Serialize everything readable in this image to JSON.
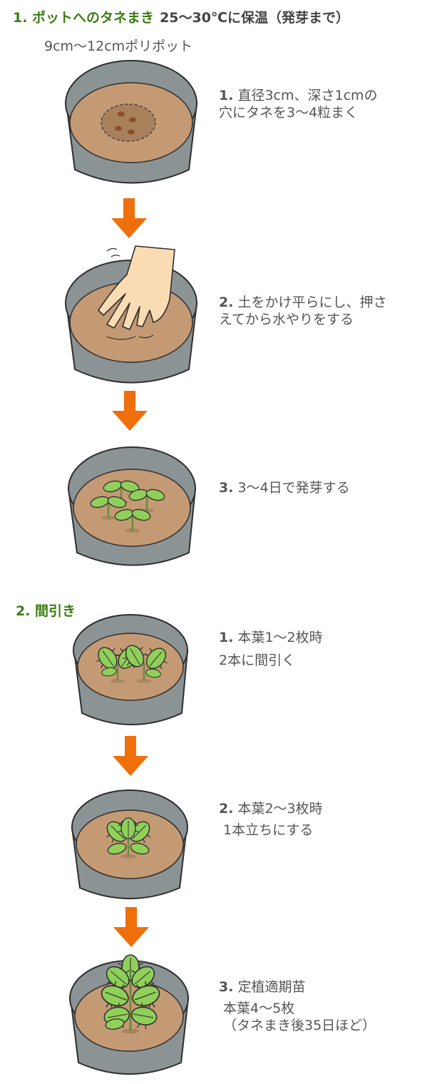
{
  "section1": {
    "title": "1. ポットへのタネまき",
    "note": "25〜30℃に保温（発芽まで）",
    "pot_label": "9cm〜12cmポリポット",
    "steps": [
      {
        "num": "1.",
        "line1": "直径3cm、深さ1cmの",
        "line2": "穴にタネを3〜4粒まく"
      },
      {
        "num": "2.",
        "line1": "土をかけ平らにし、押さ",
        "line2": "えてから水やりをする"
      },
      {
        "num": "3.",
        "line1": "3〜4日で発芽する"
      }
    ]
  },
  "section2": {
    "title": "2. 間引き",
    "steps": [
      {
        "num": "1.",
        "line1": "本葉1〜2枚時",
        "line2": "2本に間引く"
      },
      {
        "num": "2.",
        "line1": "本葉2〜3枚時",
        "line2": "1本立ちにする"
      },
      {
        "num": "3.",
        "line1": "定植適期苗",
        "line2": "本葉4〜5枚",
        "line3": "（タネまき後35日ほど）"
      }
    ]
  },
  "colors": {
    "heading": "#3b7d12",
    "arrow": "#ee6f0c",
    "pot": "#8c9394",
    "soil": "#c49a74",
    "leaf": "#8fcf5a",
    "hand": "#fadcb4"
  }
}
